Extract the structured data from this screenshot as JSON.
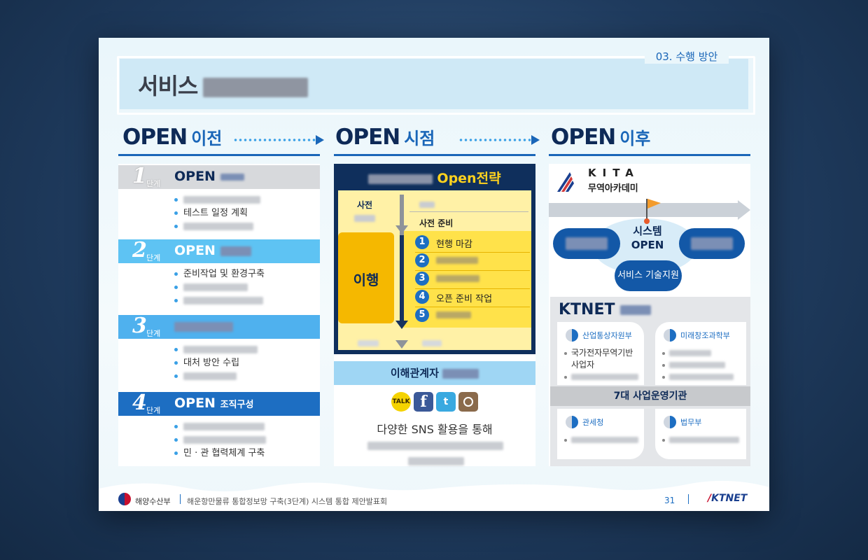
{
  "header": {
    "section_tag": "03. 수행 방안",
    "title": "서비스"
  },
  "columns": {
    "before": {
      "big": "OPEN",
      "small": "이전"
    },
    "at": {
      "big": "OPEN",
      "small": "시점"
    },
    "after": {
      "big": "OPEN",
      "small": "이후"
    }
  },
  "stages": [
    {
      "num": "1",
      "dan": "단계",
      "label": "OPEN",
      "bullets": [
        "",
        "테스트 일정 계획",
        ""
      ]
    },
    {
      "num": "2",
      "dan": "단계",
      "label": "OPEN",
      "bullets": [
        "준비작업 및 환경구축",
        "",
        ""
      ]
    },
    {
      "num": "3",
      "dan": "단계",
      "label": "",
      "bullets": [
        "",
        "대처 방안 수립",
        ""
      ]
    },
    {
      "num": "4",
      "dan": "단계",
      "label": "OPEN",
      "label_sub": "조직구성",
      "bullets": [
        "",
        "",
        "민 · 관 협력체계 구축"
      ]
    }
  ],
  "strategy": {
    "title": "Open전략",
    "pre_label": "사전",
    "pre_step": "사전 준비",
    "transition": "이행",
    "steps": [
      {
        "n": "1",
        "text": "현행 마감"
      },
      {
        "n": "2",
        "text": ""
      },
      {
        "n": "3",
        "text": ""
      },
      {
        "n": "4",
        "text": "오픈 준비 작업"
      },
      {
        "n": "5",
        "text": ""
      }
    ],
    "stakeholders": "이해관계자",
    "sns_text": "다양한 SNS 활용을 통해",
    "social_icons": [
      "kakaotalk-icon",
      "facebook-icon",
      "twitter-icon",
      "instagram-icon"
    ],
    "kakao_label": "TALK"
  },
  "after": {
    "kita_letters": "KITA",
    "kita_sub": "무역아카데미",
    "system_open_1": "시스템",
    "system_open_2": "OPEN",
    "tech_support": "서비스 기술지원",
    "ktnet": "KTNET",
    "ministries": [
      {
        "name": "산업통상자원부",
        "items": [
          "국가전자무역기반",
          "사업자",
          ""
        ]
      },
      {
        "name": "미래창조과학부",
        "items": [
          "",
          "",
          ""
        ]
      },
      {
        "name": "관세청",
        "items": [
          ""
        ]
      },
      {
        "name": "법무부",
        "items": [
          ""
        ]
      }
    ],
    "seven_orgs": "7대 사업운영기관"
  },
  "footer": {
    "org": "해양수산부",
    "doc_title": "해운항만물류 통합정보망 구축(3단계) 시스템 통합 제안발표회",
    "page": "31",
    "brand": "KTNET"
  },
  "colors": {
    "navy": "#0e2a57",
    "blue": "#1a66b8",
    "yellow": "#ffd21e"
  }
}
